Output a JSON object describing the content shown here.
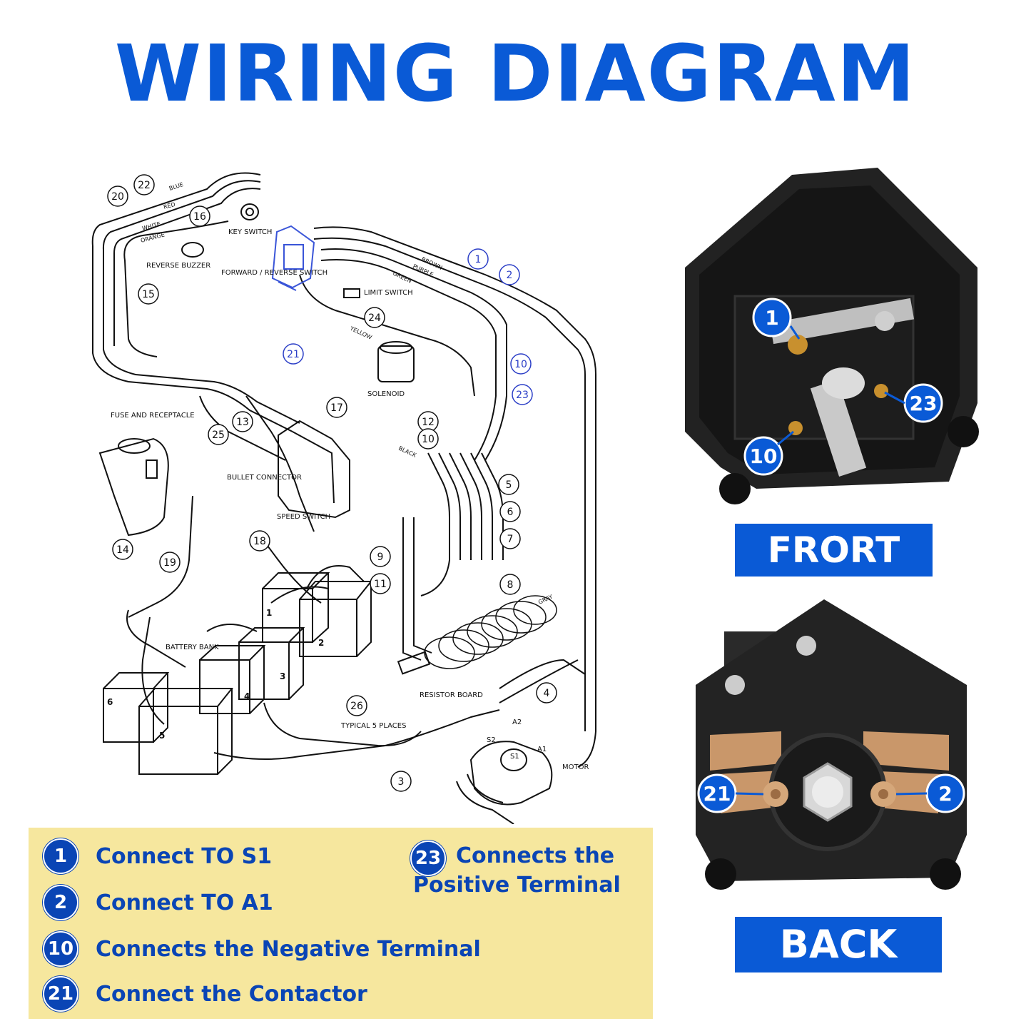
{
  "title": "WIRING DIAGRAM",
  "diagram": {
    "components": {
      "key_switch": "KEY SWITCH",
      "reverse_buzzer": "REVERSE BUZZER",
      "forward_reverse_switch": "FORWARD / REVERSE SWITCH",
      "limit_switch": "LIMIT SWITCH",
      "solenoid": "SOLENOID",
      "fuse_and_receptacle": "FUSE AND RECEPTACLE",
      "bullet_connector": "BULLET CONNECTOR",
      "speed_switch": "SPEED SWITCH",
      "battery_bank": "BATTERY BANK",
      "resistor_board": "RESISTOR BOARD",
      "typical_5_places": "TYPICAL 5 PLACES",
      "motor": "MOTOR"
    },
    "wire_colors": {
      "blue": "BLUE",
      "red": "RED",
      "white": "WHITE",
      "orange": "ORANGE",
      "brown": "BROWN",
      "purple": "PURPLE",
      "green": "GREEN",
      "yellow": "YELLOW",
      "black": "BLACK",
      "gray": "GRAY"
    },
    "terminals": {
      "s1": "S1",
      "s2": "S2",
      "a1": "A1",
      "a2": "A2"
    },
    "battery_numbers": [
      "1",
      "2",
      "3",
      "4",
      "5",
      "6"
    ],
    "callouts": [
      "1",
      "2",
      "3",
      "4",
      "5",
      "6",
      "7",
      "8",
      "9",
      "10",
      "11",
      "12",
      "13",
      "14",
      "15",
      "16",
      "17",
      "18",
      "19",
      "20",
      "21",
      "22",
      "23",
      "24",
      "25",
      "26"
    ],
    "blue_callouts": [
      "1",
      "2",
      "10",
      "21",
      "23"
    ]
  },
  "front": {
    "label": "FRORT",
    "badges": [
      "1",
      "23",
      "10"
    ]
  },
  "back": {
    "label": "BACK",
    "badges": [
      "21",
      "2"
    ]
  },
  "legend": [
    {
      "num": "1",
      "text": "Connect TO S1"
    },
    {
      "num": "2",
      "text": "Connect TO A1"
    },
    {
      "num": "10",
      "text": "Connects the Negative Terminal"
    },
    {
      "num": "21",
      "text": "Connect the Contactor"
    },
    {
      "num": "23",
      "text": "Connects the",
      "text2": "Positive Terminal"
    }
  ],
  "colors": {
    "accent_blue": "#0a5ad6",
    "legend_bg": "#f6e79e",
    "legend_text": "#0a45b5",
    "callout_blue": "#2c3fc7"
  }
}
